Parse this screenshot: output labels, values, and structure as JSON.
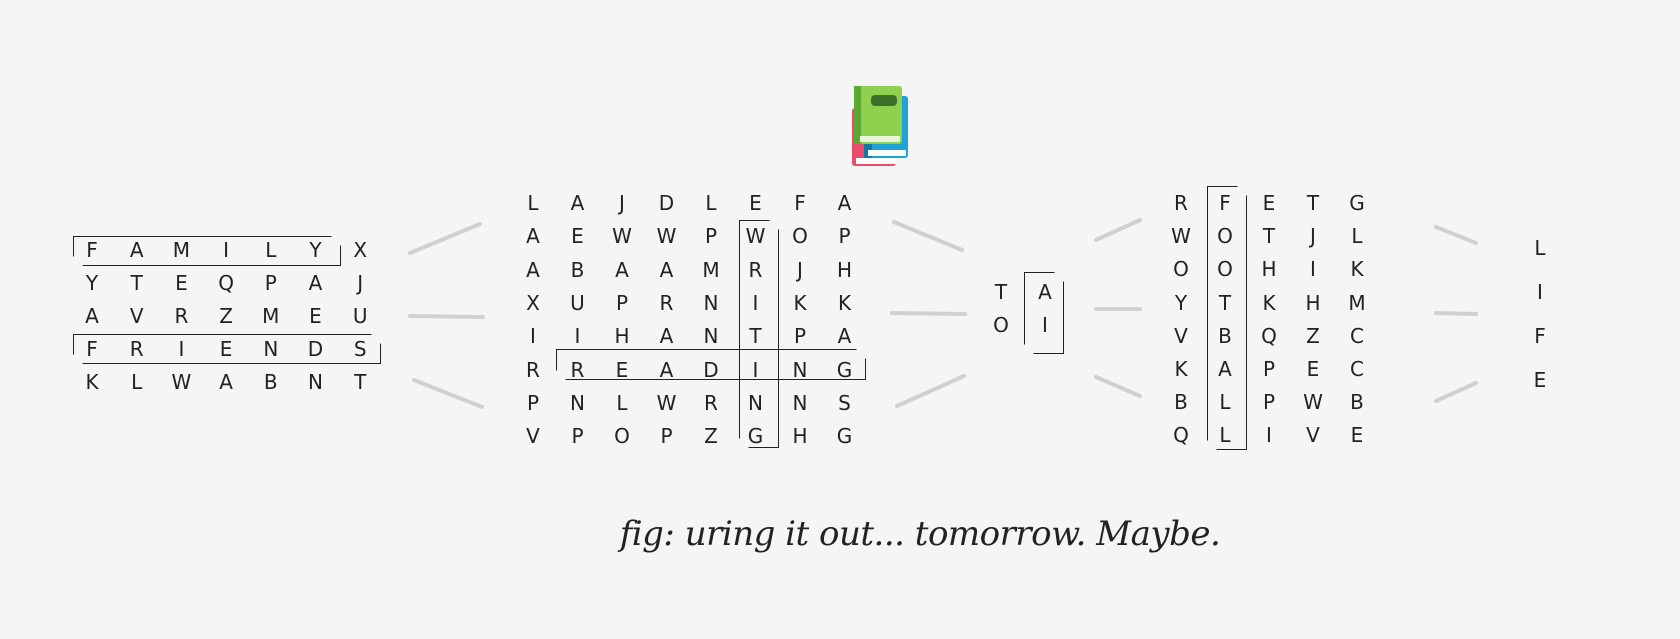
{
  "grids": {
    "family": {
      "rows": [
        [
          "F",
          "A",
          "M",
          "I",
          "L",
          "Y",
          "X"
        ],
        [
          "Y",
          "T",
          "E",
          "Q",
          "P",
          "A",
          "J"
        ],
        [
          "A",
          "V",
          "R",
          "Z",
          "M",
          "E",
          "U"
        ],
        [
          "F",
          "R",
          "I",
          "E",
          "N",
          "D",
          "S"
        ],
        [
          "K",
          "L",
          "W",
          "A",
          "B",
          "N",
          "T"
        ]
      ]
    },
    "reading": {
      "rows": [
        [
          "L",
          "A",
          "J",
          "D",
          "L",
          "E",
          "F",
          "A"
        ],
        [
          "A",
          "E",
          "W",
          "W",
          "P",
          "W",
          "O",
          "P"
        ],
        [
          "A",
          "B",
          "A",
          "A",
          "M",
          "R",
          "J",
          "H"
        ],
        [
          "X",
          "U",
          "P",
          "R",
          "N",
          "I",
          "K",
          "K"
        ],
        [
          "I",
          "I",
          "H",
          "A",
          "N",
          "T",
          "P",
          "A"
        ],
        [
          "R",
          "R",
          "E",
          "A",
          "D",
          "I",
          "N",
          "G"
        ],
        [
          "P",
          "N",
          "L",
          "W",
          "R",
          "N",
          "N",
          "S"
        ],
        [
          "V",
          "P",
          "O",
          "P",
          "Z",
          "G",
          "H",
          "G"
        ]
      ]
    },
    "toai": {
      "rows": [
        [
          "T",
          "A"
        ],
        [
          "O",
          "I"
        ]
      ]
    },
    "football": {
      "rows": [
        [
          "R",
          "F",
          "E",
          "T",
          "G"
        ],
        [
          "W",
          "O",
          "T",
          "J",
          "L"
        ],
        [
          "O",
          "O",
          "H",
          "I",
          "K"
        ],
        [
          "Y",
          "T",
          "K",
          "H",
          "M"
        ],
        [
          "V",
          "B",
          "Q",
          "Z",
          "C"
        ],
        [
          "K",
          "A",
          "P",
          "E",
          "C"
        ],
        [
          "B",
          "L",
          "P",
          "W",
          "B"
        ],
        [
          "Q",
          "L",
          "I",
          "V",
          "E"
        ]
      ]
    },
    "life": {
      "rows": [
        [
          "L"
        ],
        [
          "I"
        ],
        [
          "F"
        ],
        [
          "E"
        ]
      ]
    }
  },
  "caption": "fig: uring it out... tomorrow. Maybe.",
  "icon": "books-icon",
  "colors": {
    "background": "#f5f5f5",
    "text": "#222222",
    "connector": "#d0d0d0",
    "book_green": "#8fd14f",
    "book_blue": "#1fa3d6",
    "book_red": "#ea4c6a"
  }
}
